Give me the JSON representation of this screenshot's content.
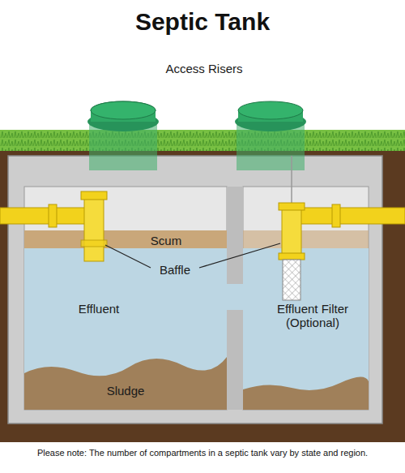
{
  "diagram": {
    "title": "Septic Tank",
    "caption": "Please note: The number of compartments in a septic tank vary by state and region.",
    "labels": [
      "Access Risers",
      "Scum",
      "Baffle",
      "Effluent",
      "Effluent Filter (Optional)",
      "Sludge"
    ]
  }
}
